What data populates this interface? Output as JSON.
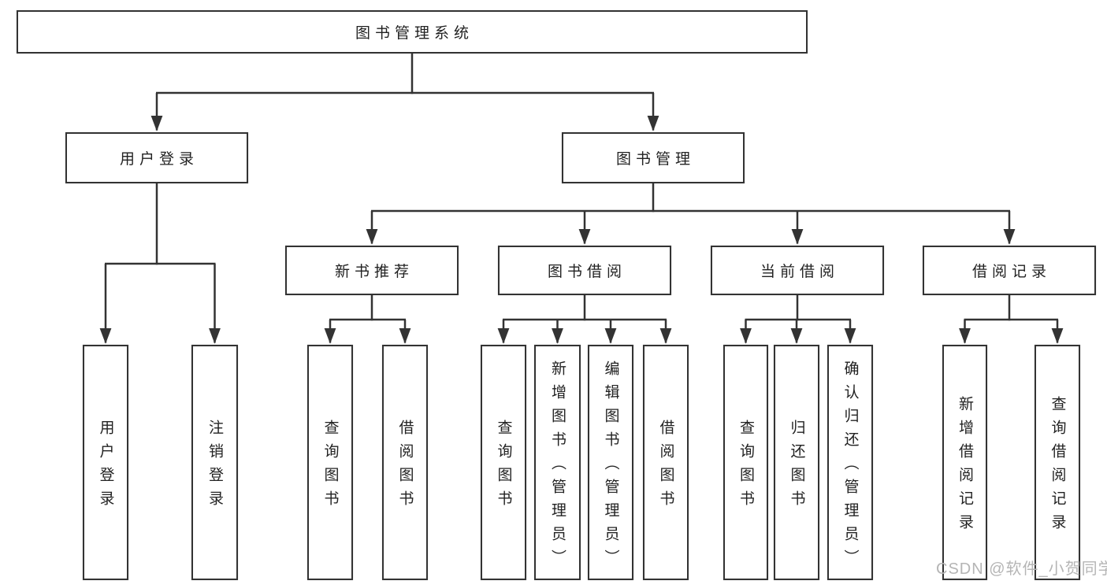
{
  "tree": {
    "root": {
      "label": "图书管理系统",
      "children": [
        {
          "label": "用户登录",
          "children": [
            {
              "label": "用户登录"
            },
            {
              "label": "注销登录"
            }
          ]
        },
        {
          "label": "图书管理",
          "children": [
            {
              "label": "新书推荐",
              "children": [
                {
                  "label": "查询图书"
                },
                {
                  "label": "借阅图书"
                }
              ]
            },
            {
              "label": "图书借阅",
              "children": [
                {
                  "label": "查询图书"
                },
                {
                  "label": "新增图书（管理员）"
                },
                {
                  "label": "编辑图书（管理员）"
                },
                {
                  "label": "借阅图书"
                }
              ]
            },
            {
              "label": "当前借阅",
              "children": [
                {
                  "label": "查询图书"
                },
                {
                  "label": "归还图书"
                },
                {
                  "label": "确认归还（管理员）"
                }
              ]
            },
            {
              "label": "借阅记录",
              "children": [
                {
                  "label": "新增借阅记录"
                },
                {
                  "label": "查询借阅记录"
                }
              ]
            }
          ]
        }
      ]
    }
  },
  "watermark": {
    "text": "CSDN @软件_小贺同学"
  },
  "colors": {
    "line": "#333333",
    "text": "#222222",
    "watermark": "#b5b5b5",
    "background": "#ffffff"
  }
}
